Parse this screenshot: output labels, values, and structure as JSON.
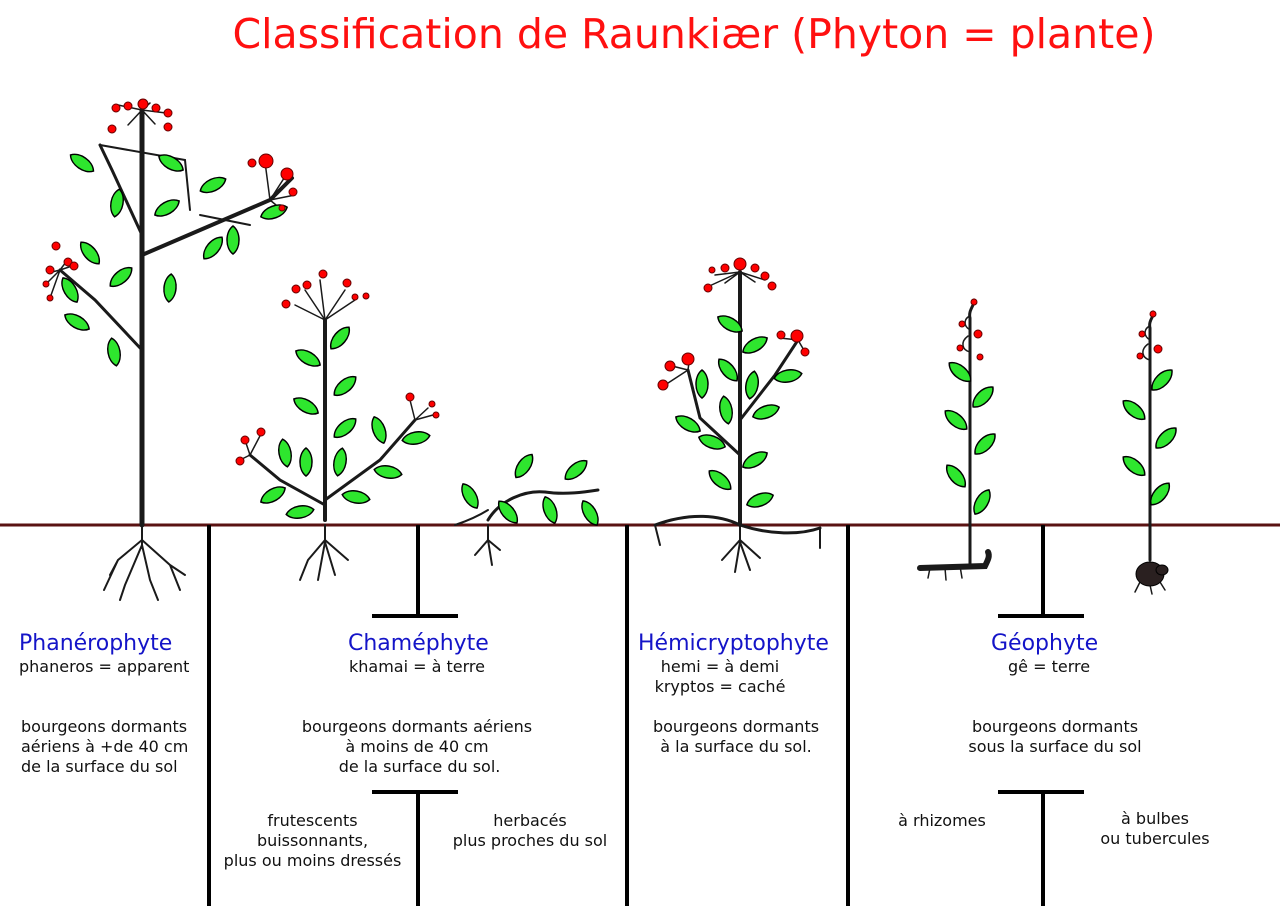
{
  "title": "Classification de Raunkiær (Phyton = plante)",
  "colors": {
    "title": "#ff1010",
    "category_name": "#1414c8",
    "ground": "#5a1212",
    "leaf": "#2ee62e",
    "bud": "#ff0000",
    "stem": "#1a1a1a"
  },
  "categories": {
    "phanerophyte": {
      "name": "Phanérophyte",
      "etymology": "phaneros = apparent",
      "description": "bourgeons dormants\naériens à +de 40 cm\nde la surface du sol"
    },
    "chamephyte": {
      "name": "Chaméphyte",
      "etymology": "khamai = à terre",
      "description": "bourgeons dormants aériens\nà moins de 40 cm\n de la surface du sol.",
      "sub_left": "frutescents\nbuissonnants,\nplus ou moins dressés",
      "sub_right": "herbacés\nplus proches du sol"
    },
    "hemicryptophyte": {
      "name": "Hémicryptophyte",
      "etymology": "hemi = à demi\nkryptos = caché",
      "description": "bourgeons dormants\nà la surface du sol."
    },
    "geophyte": {
      "name": "Géophyte",
      "etymology": "gê = terre",
      "description": "bourgeons dormants\nsous la surface du sol",
      "sub_left": "à rhizomes",
      "sub_right": "à bulbes\nou tubercules"
    }
  }
}
